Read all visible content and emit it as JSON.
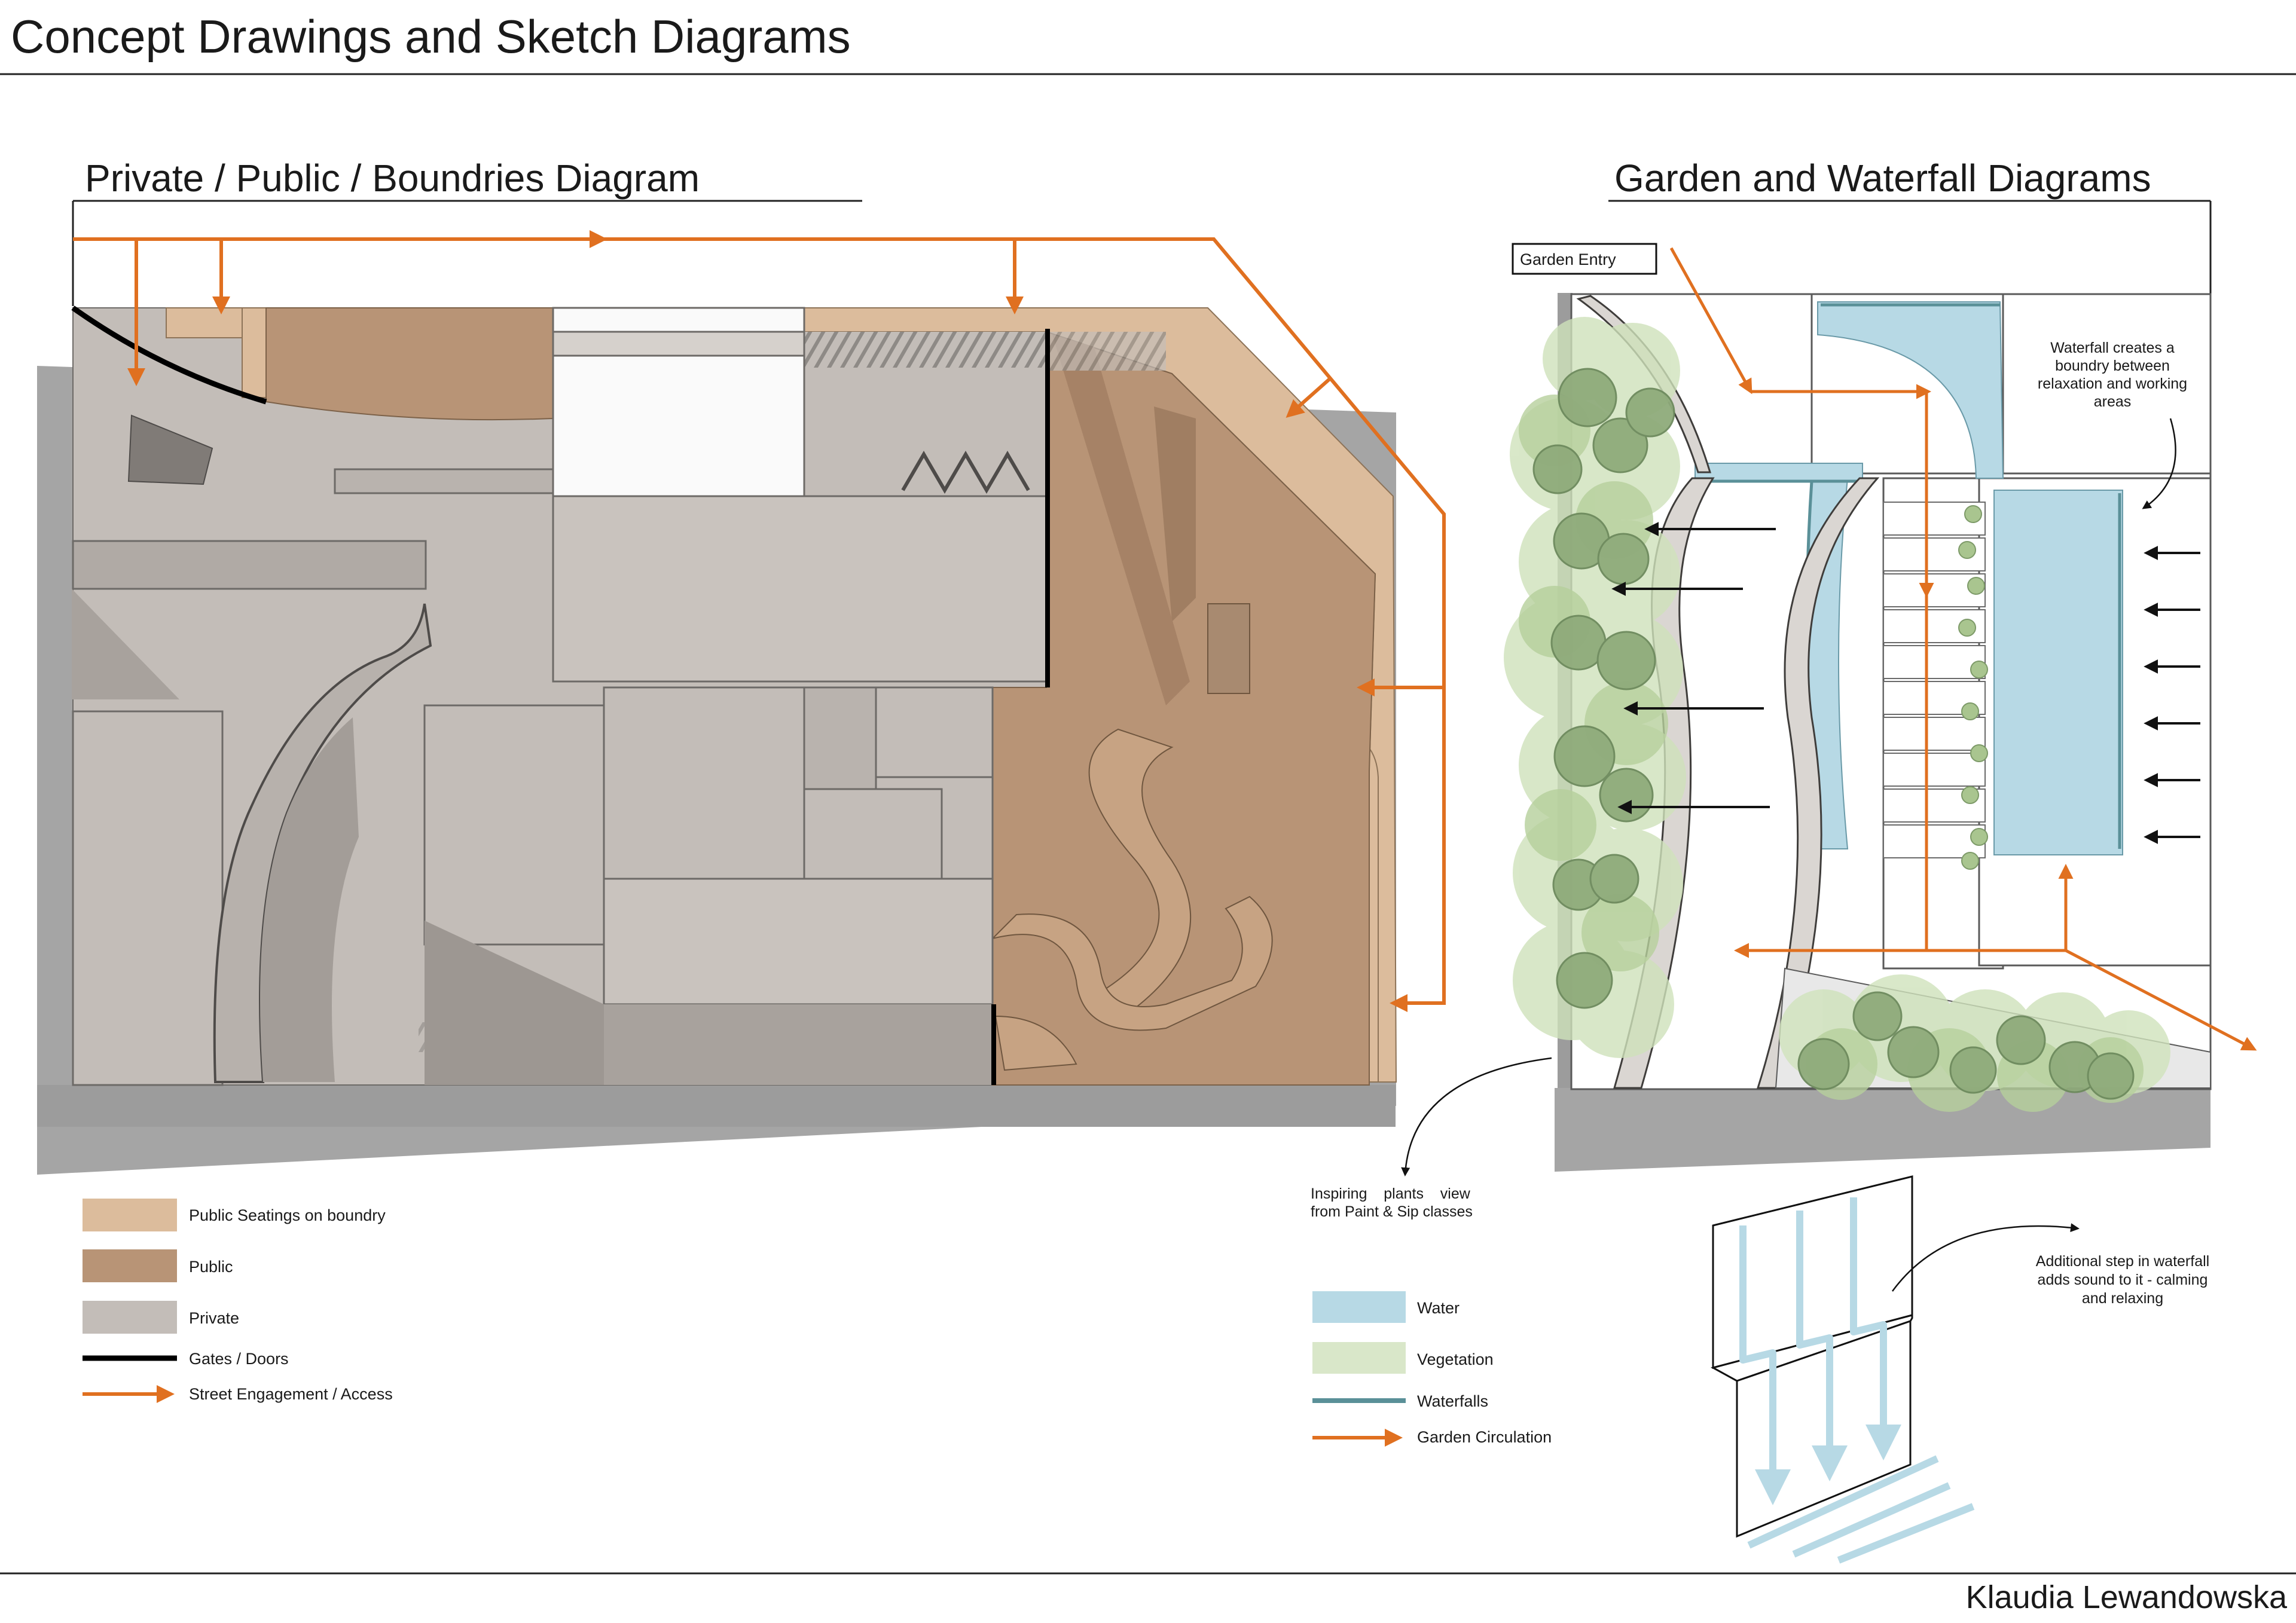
{
  "page": {
    "title": "Concept Drawings and Sketch Diagrams",
    "author": "Klaudia Lewandowska"
  },
  "left_diagram": {
    "title": "Private / Public / Boundries Diagram",
    "legend": [
      {
        "label": "Public Seatings on boundry",
        "swatch": "#dcbc9c",
        "kind": "fill"
      },
      {
        "label": "Public",
        "swatch": "#b89476",
        "kind": "fill"
      },
      {
        "label": "Private",
        "swatch": "#c3bdb8",
        "kind": "fill"
      },
      {
        "label": "Gates / Doors",
        "swatch": "#000000",
        "kind": "line"
      },
      {
        "label": "Street Engagement / Access",
        "swatch": "#e07020",
        "kind": "arrow"
      }
    ]
  },
  "right_diagram": {
    "title": "Garden and Waterfall Diagrams",
    "entry_label": "Garden Entry",
    "notes": {
      "waterfall_boundary": [
        "Waterfall creates a",
        "boundry between",
        "relaxation and working",
        "areas"
      ],
      "plants_view": [
        "Inspiring    plants    view",
        "from Paint & Sip classes"
      ],
      "waterfall_step": [
        "Additional step in waterfall",
        "adds sound to it - calming",
        "and relaxing"
      ]
    },
    "legend": [
      {
        "label": "Water",
        "swatch": "#b7d9e5",
        "kind": "fill"
      },
      {
        "label": "Vegetation",
        "swatch": "#d9e7c9",
        "kind": "fill"
      },
      {
        "label": "Waterfalls",
        "swatch": "#5a9098",
        "kind": "line"
      },
      {
        "label": "Garden Circulation",
        "swatch": "#e07020",
        "kind": "arrow"
      }
    ]
  },
  "colors": {
    "accent_orange": "#e07020",
    "public": "#b89476",
    "public_seating": "#dcbc9c",
    "private": "#c3bdb8",
    "shadow": "#9c9c9c",
    "water": "#b7d9e5",
    "vegetation": "#d9e7c9",
    "waterfall": "#5a9098"
  }
}
